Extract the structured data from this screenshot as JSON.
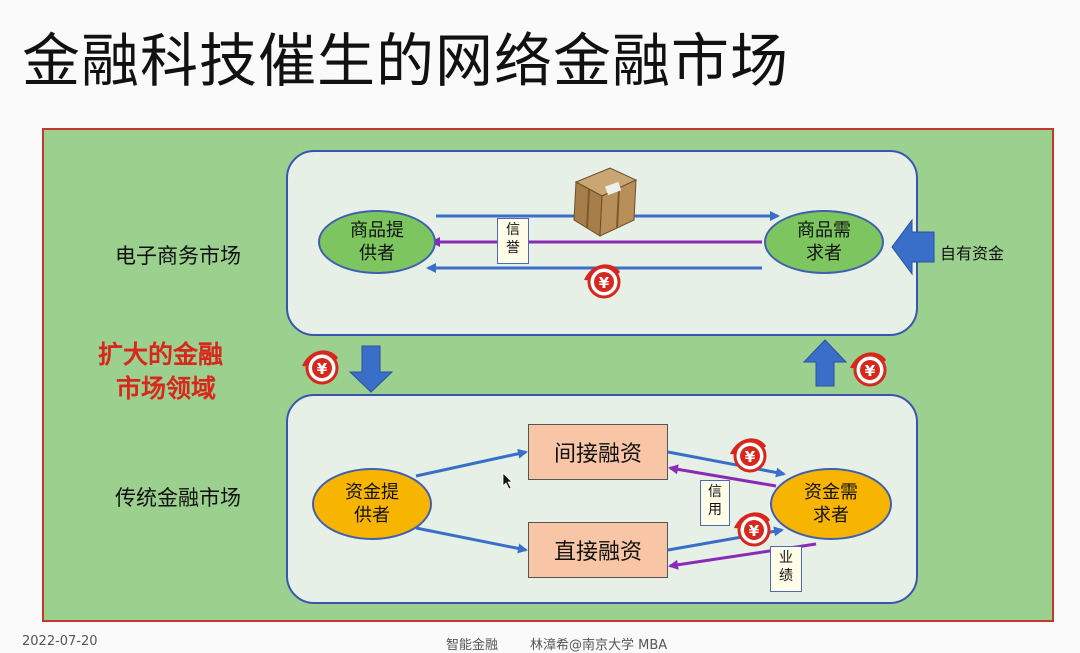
{
  "title": "金融科技催生的网络金融市场",
  "sections": {
    "ecommerce_label": "电子商务市场",
    "traditional_label": "传统金融市场",
    "expanded_label_line1": "扩大的金融",
    "expanded_label_line2": "市场领域",
    "own_funds": "自有资金"
  },
  "nodes": {
    "goods_provider": "商品提\n供者",
    "goods_demander": "商品需\n求者",
    "fund_provider": "资金提\n供者",
    "fund_demander": "资金需\n求者"
  },
  "boxes": {
    "indirect": "间接融资",
    "direct": "直接融资"
  },
  "notes": {
    "reputation": "信\n誉",
    "credit": "信\n用",
    "performance": "业\n绩"
  },
  "icons": {
    "yen": "yen-coin-icon",
    "package": "package-icon",
    "arrow": "block-arrow-icon"
  },
  "footer": {
    "date": "2022-07-20",
    "course": "智能金融",
    "author": "林漳希@南京大学 MBA"
  },
  "colors": {
    "outer_bg": "#9bd08e",
    "panel_bg": "#e6f0e6",
    "accent_blue": "#3a6fc9",
    "accent_purple": "#8a2bb8",
    "label_red": "#d8271c"
  }
}
